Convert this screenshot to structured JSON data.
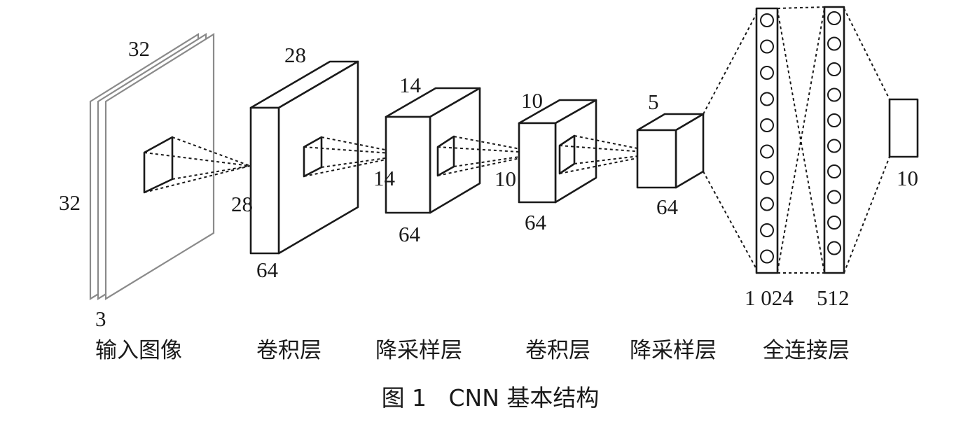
{
  "input": {
    "dim_top": "32",
    "dim_left": "32",
    "dim_bottom": "3",
    "caption": "输入图像"
  },
  "conv1": {
    "dim_top": "28",
    "dim_left": "28",
    "dim_bottom": "64",
    "caption": "卷积层"
  },
  "pool1": {
    "dim_top": "14",
    "dim_left": "14",
    "dim_bottom": "64",
    "caption": "降采样层"
  },
  "conv2": {
    "dim_top": "10",
    "dim_left": "10",
    "dim_bottom": "64",
    "caption": "卷积层"
  },
  "pool2": {
    "dim_top": "5",
    "dim_bottom": "64",
    "caption": "降采样层"
  },
  "fc": {
    "layer1_units": "1 024",
    "layer2_units": "512",
    "caption": "全连接层"
  },
  "output": {
    "units": "10"
  },
  "figure": {
    "title": "图 1   CNN 基本结构"
  },
  "colors": {
    "stroke": "#1a1a1a",
    "input_plane": "#8a8a8a",
    "background": "#ffffff"
  }
}
